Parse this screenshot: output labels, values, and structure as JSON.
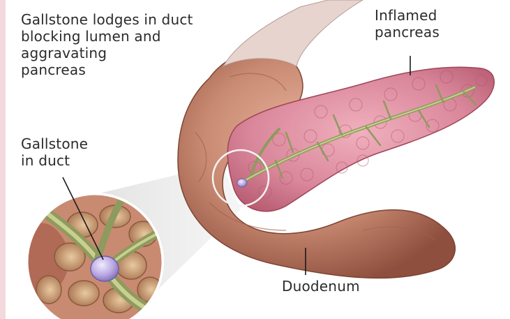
{
  "labels": {
    "gallstone_lodges": "Gallstone lodges in duct\nblocking lumen and\naggravating\npancreas",
    "inflamed_pancreas": "Inflamed\npancreas",
    "gallstone_in_duct": "Gallstone\nin duct",
    "duodenum": "Duodenum"
  },
  "colors": {
    "duodenum_tissue": "#c98a72",
    "pancreas_tissue": "#d9869a",
    "pancreatic_duct": "#9aa56b",
    "gallstone": "#b7a6e0",
    "label_text": "#2b2b2b",
    "leader_line": "#1a1a1a"
  }
}
